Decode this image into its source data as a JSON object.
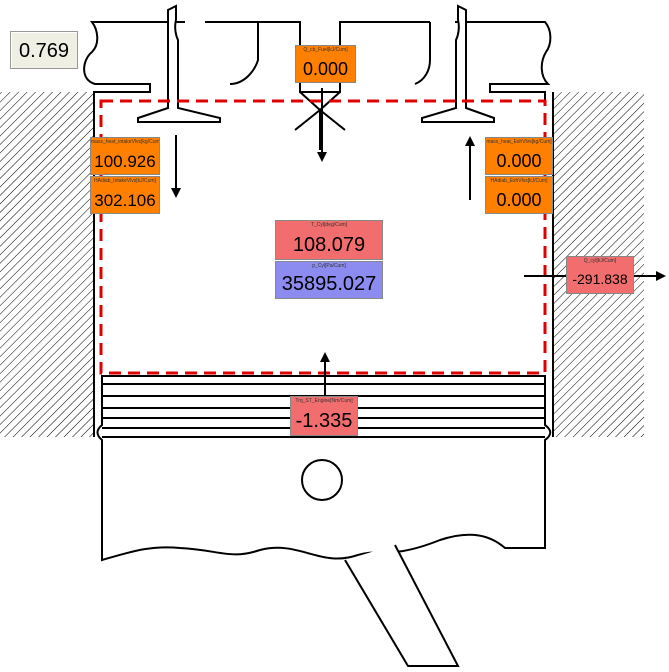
{
  "colors": {
    "orange": "#FF7F00",
    "red": "#F26D6D",
    "blue": "#8B8BF0",
    "gray": "#F0EFE4",
    "boundary": "#E00000"
  },
  "displays": {
    "top_left": {
      "label": "",
      "value": "0.769"
    },
    "fuel": {
      "label": "Q_cb_Fuel[kJ/Cum]",
      "value": "0.000"
    },
    "intake_mass": {
      "label": "mass_heat_intakeVlvs[kg/Cum]",
      "value": "100.926"
    },
    "intake_work": {
      "label": "HAdiab_IntakeVlvs[kJ/Cum]",
      "value": "302.106"
    },
    "exhaust_mass": {
      "label": "mass_heat_ExhVlvs[kg/Cum]",
      "value": "0.000"
    },
    "exhaust_work": {
      "label": "HAdiab_ExhVlvs[kJ/Cum]",
      "value": "0.000"
    },
    "temperature": {
      "label": "T_Cyl[deg/Cum]",
      "value": "108.079"
    },
    "pressure": {
      "label": "p_Cyl[Pa/Cum]",
      "value": "35895.027"
    },
    "wall_heat": {
      "label": "Q_cyl[kJ/Cum]",
      "value": "-291.838"
    },
    "engine_torque": {
      "label": "Trq_ST_Engine[Nm/Cum]",
      "value": "-1.335"
    }
  }
}
